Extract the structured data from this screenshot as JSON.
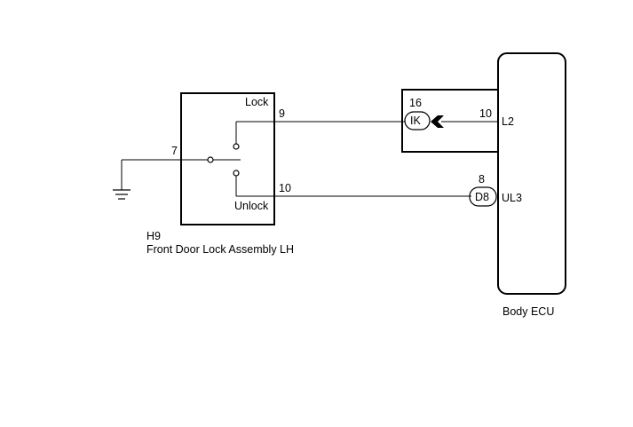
{
  "switch_component": {
    "code": "H9",
    "name": "Front Door Lock Assembly LH",
    "lock_label": "Lock",
    "unlock_label": "Unlock",
    "pin_lock": "9",
    "pin_unlock": "10",
    "pin_ground": "7"
  },
  "connector_ik": {
    "label": "IK",
    "pin_left": "16",
    "pin_right": "10"
  },
  "connector_d8": {
    "label": "D8",
    "pin": "8"
  },
  "ecu": {
    "name": "Body ECU",
    "terminal_l2": "L2",
    "terminal_ul3": "UL3"
  }
}
